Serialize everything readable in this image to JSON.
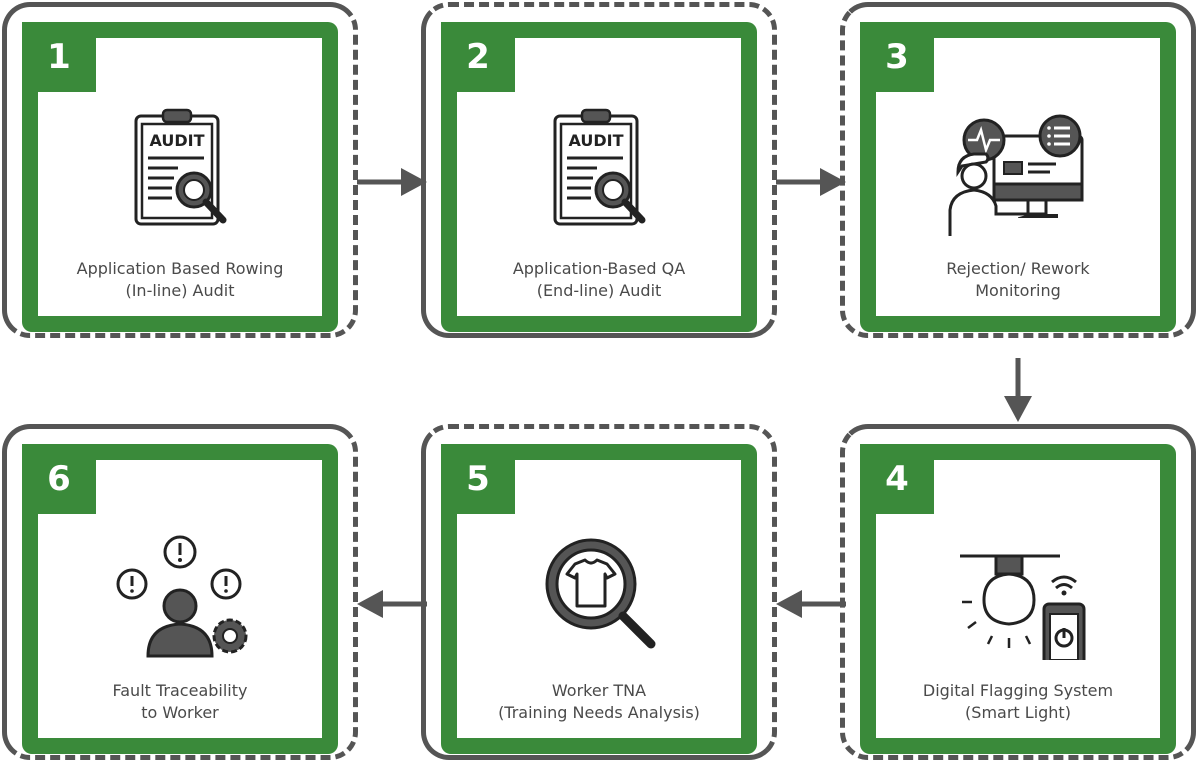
{
  "steps": [
    {
      "number": "1",
      "line1": "Application Based Rowing",
      "line2": "(In-line) Audit",
      "icon": "audit-icon",
      "audit_text": "AUDIT"
    },
    {
      "number": "2",
      "line1": "Application-Based QA",
      "line2": "(End-line) Audit",
      "icon": "audit-icon",
      "audit_text": "AUDIT"
    },
    {
      "number": "3",
      "line1": "Rejection/ Rework",
      "line2": "Monitoring",
      "icon": "monitoring-icon"
    },
    {
      "number": "4",
      "line1": "Digital Flagging System",
      "line2": "(Smart Light)",
      "icon": "smart-light-icon"
    },
    {
      "number": "5",
      "line1": "Worker TNA",
      "line2": "(Training Needs Analysis)",
      "icon": "shirt-search-icon"
    },
    {
      "number": "6",
      "line1": "Fault Traceability",
      "line2": "to Worker",
      "icon": "worker-alert-icon"
    }
  ],
  "colors": {
    "green": "#3a8a3a",
    "gray": "#555555",
    "text": "#4a4a4a"
  }
}
